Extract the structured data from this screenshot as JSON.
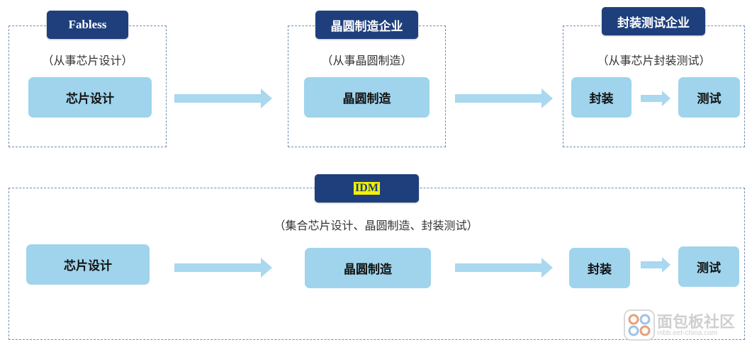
{
  "top_row": {
    "groups": [
      {
        "header": "Fabless",
        "subtitle": "（从事芯片设计）",
        "steps": [
          "芯片设计"
        ]
      },
      {
        "header": "晶圆制造企业",
        "subtitle": "（从事晶圆制造）",
        "steps": [
          "晶圆制造"
        ]
      },
      {
        "header": "封装测试企业",
        "subtitle": "（从事芯片封装测试）",
        "steps": [
          "封装",
          "测试"
        ]
      }
    ]
  },
  "bottom_row": {
    "header": "IDM",
    "subtitle": "（集合芯片设计、晶圆制造、封装测试）",
    "steps": [
      "芯片设计",
      "晶圆制造",
      "封装",
      "测试"
    ]
  },
  "watermark": {
    "text": "面包板社区",
    "url": "mbb.eet-china.com"
  },
  "colors": {
    "header_bg": "#1f3f7c",
    "step_bg": "#9fd4ec",
    "arrow": "#a9d8ef",
    "dash_border": "#6f8fb8",
    "idm_highlight": "#f4f200"
  }
}
